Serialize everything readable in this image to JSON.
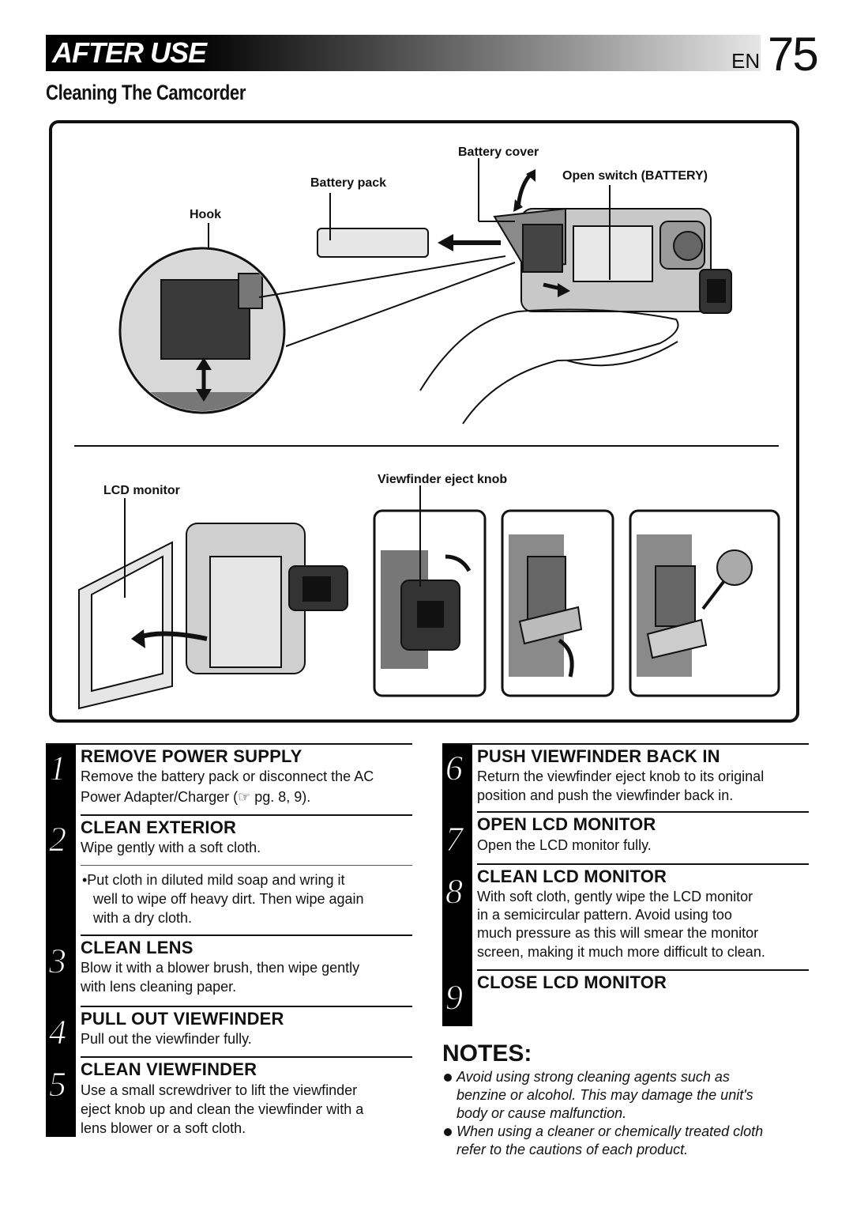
{
  "header": {
    "title": "AFTER USE",
    "language": "EN",
    "page_number": "75"
  },
  "section_title": "Cleaning The Camcorder",
  "figure": {
    "labels": {
      "battery_cover": "Battery cover",
      "open_switch": "Open switch (BATTERY)",
      "battery_pack": "Battery pack",
      "hook": "Hook",
      "lcd_monitor": "LCD monitor",
      "viewfinder_eject_knob": "Viewfinder eject knob"
    }
  },
  "steps": [
    {
      "num": "1",
      "head": "REMOVE POWER SUPPLY",
      "body_1": "Remove the battery pack or disconnect the AC",
      "body_2": "Power Adapter/Charger (☞ pg. 8, 9)."
    },
    {
      "num": "2",
      "head": "CLEAN EXTERIOR",
      "body_1": "Wipe gently with a soft cloth.",
      "bullet_1": "•Put cloth in diluted mild soap and wring it",
      "bullet_2": "well to wipe off heavy dirt. Then wipe again",
      "bullet_3": "with a dry cloth."
    },
    {
      "num": "3",
      "head": "CLEAN LENS",
      "body_1": "Blow it with a blower brush, then wipe gently",
      "body_2": "with lens cleaning paper."
    },
    {
      "num": "4",
      "head": "PULL OUT VIEWFINDER",
      "body_1": "Pull out the viewfinder fully."
    },
    {
      "num": "5",
      "head": "CLEAN VIEWFINDER",
      "body_1": "Use a small screwdriver to lift the viewfinder",
      "body_2": "eject knob up and clean the viewfinder with a",
      "body_3": "lens blower or a soft cloth."
    },
    {
      "num": "6",
      "head": "PUSH VIEWFINDER BACK IN",
      "body_1": "Return the viewfinder eject knob to its original",
      "body_2": "position and push the viewfinder back in."
    },
    {
      "num": "7",
      "head": "OPEN LCD MONITOR",
      "body_1": "Open the LCD monitor fully."
    },
    {
      "num": "8",
      "head": "CLEAN LCD MONITOR",
      "body_1": "With soft cloth, gently wipe the LCD monitor",
      "body_2": "in a semicircular pattern. Avoid using too",
      "body_3": "much pressure as this will smear the monitor",
      "body_4": "screen, making it much more difficult to clean."
    },
    {
      "num": "9",
      "head": "CLOSE LCD MONITOR"
    }
  ],
  "notes": {
    "title": "NOTES:",
    "items": [
      {
        "l1": "Avoid using strong cleaning agents such as",
        "l2": "benzine or alcohol. This may damage the unit's",
        "l3": "body or cause malfunction."
      },
      {
        "l1": "When using a cleaner or chemically treated cloth",
        "l2": "refer to the cautions of each product."
      }
    ]
  }
}
